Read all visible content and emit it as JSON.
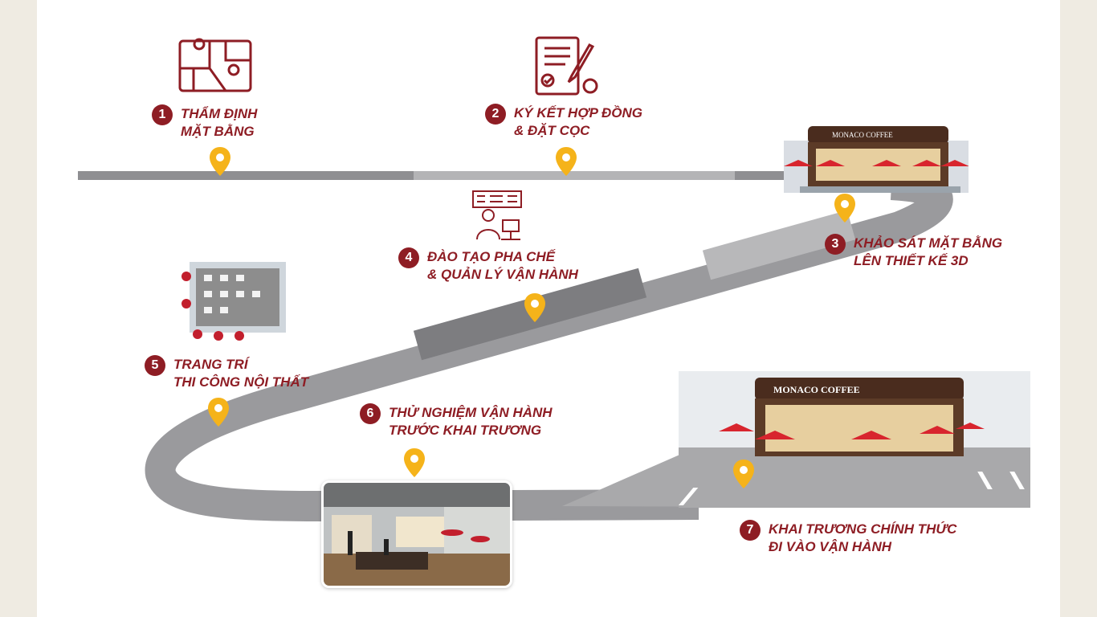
{
  "steps": [
    {
      "num": "1",
      "line1": "THẨM ĐỊNH",
      "line2": "MẶT BẰNG"
    },
    {
      "num": "2",
      "line1": "KÝ KẾT HỢP ĐỒNG",
      "line2": "& ĐẶT CỌC"
    },
    {
      "num": "3",
      "line1": "KHẢO SÁT MẶT BẰNG",
      "line2": "LÊN THIẾT KẾ 3D"
    },
    {
      "num": "4",
      "line1": "ĐÀO TẠO PHA CHẾ",
      "line2": "& QUẢN LÝ VẬN HÀNH"
    },
    {
      "num": "5",
      "line1": "TRANG TRÍ",
      "line2": "THI CÔNG NỘI THẤT"
    },
    {
      "num": "6",
      "line1": "THỬ NGHIỆM VẬN HÀNH",
      "line2": "TRƯỚC KHAI TRƯƠNG"
    },
    {
      "num": "7",
      "line1": "KHAI TRƯƠNG CHÍNH THỨC",
      "line2": "ĐI VÀO VẬN HÀNH"
    }
  ],
  "store_sign": "MONACO COFFEE",
  "colors": {
    "brand": "#8e1d24",
    "pin": "#f5b31a",
    "road": "#a9a9ab"
  }
}
